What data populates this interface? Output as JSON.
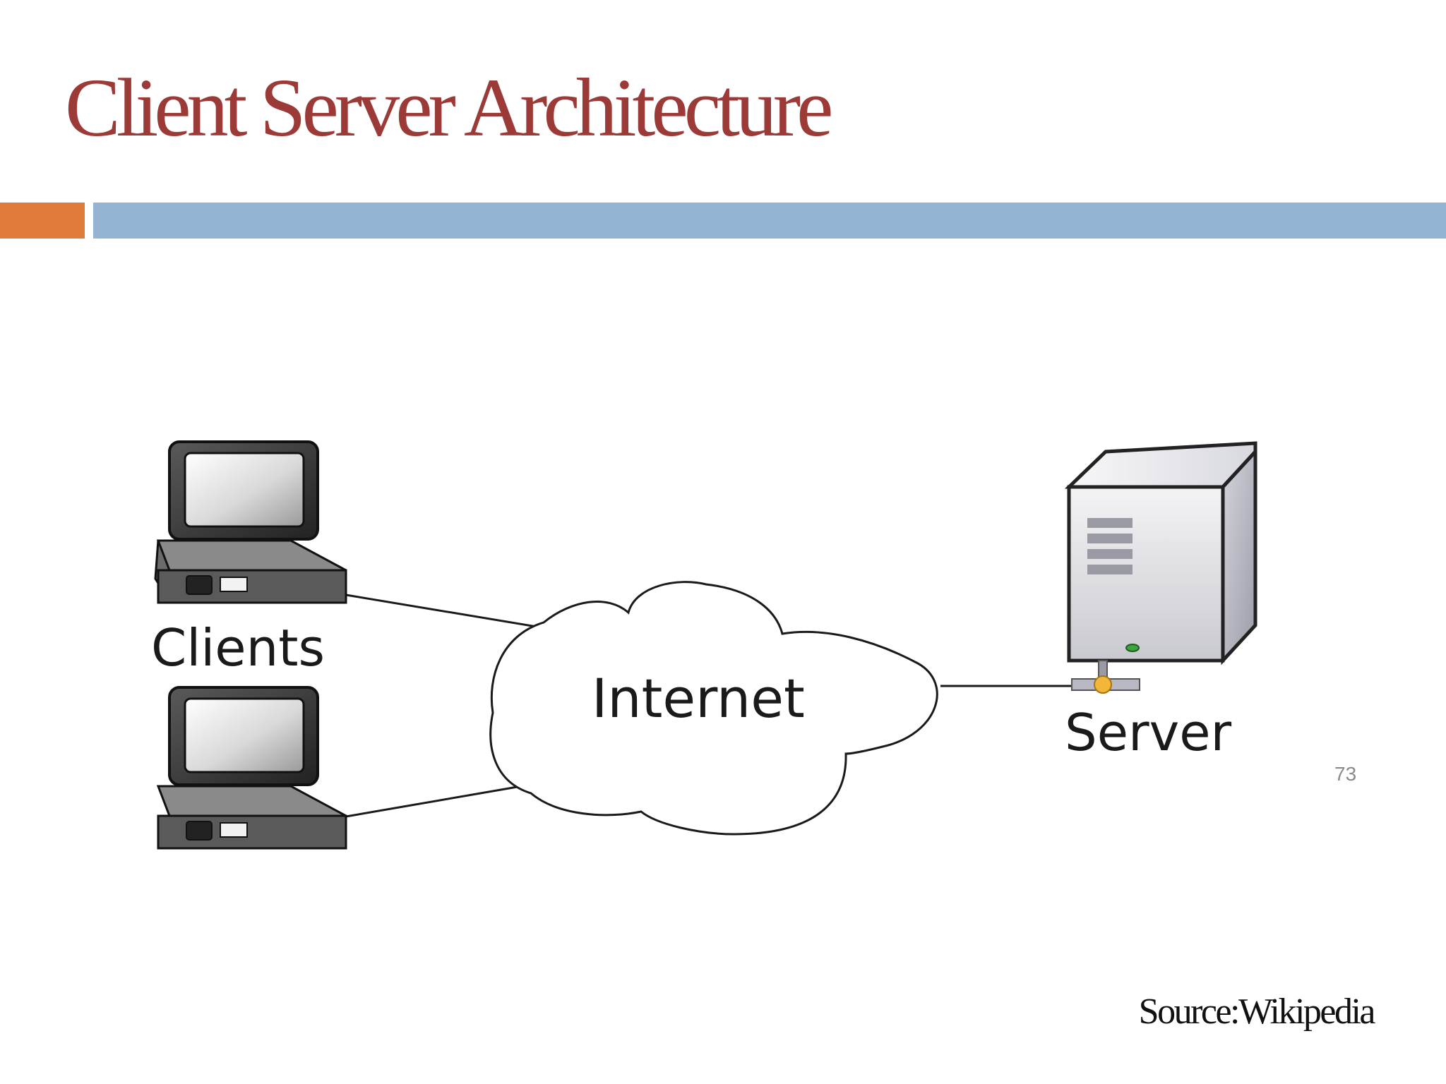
{
  "slide": {
    "title": "Client Server Architecture",
    "page_number": "73",
    "source": "Source:Wikipedia"
  },
  "diagram": {
    "clients_label": "Clients",
    "cloud_label": "Internet",
    "server_label": "Server",
    "nodes": [
      {
        "id": "client-1",
        "icon": "desktop-computer-icon"
      },
      {
        "id": "client-2",
        "icon": "desktop-computer-icon"
      },
      {
        "id": "internet",
        "icon": "cloud-icon"
      },
      {
        "id": "server",
        "icon": "server-tower-icon"
      }
    ],
    "edges": [
      {
        "from": "client-1",
        "to": "internet"
      },
      {
        "from": "client-2",
        "to": "internet"
      },
      {
        "from": "internet",
        "to": "server"
      }
    ]
  },
  "colors": {
    "title": "#9b3a36",
    "accent_bar": "#e07b3c",
    "main_bar": "#93b4d2"
  }
}
